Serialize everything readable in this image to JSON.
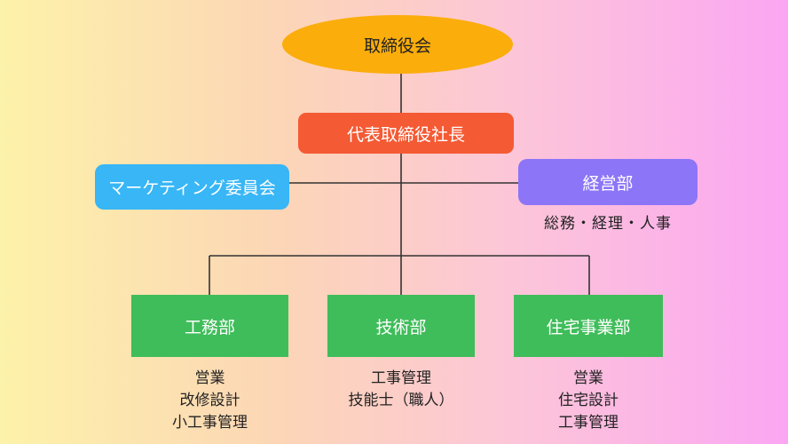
{
  "org": {
    "board": "取締役会",
    "ceo": "代表取締役社長",
    "marketing": "マーケティング委員会",
    "admin": {
      "label": "経営部",
      "duties": "総務・経理・人事"
    },
    "departments": [
      {
        "label": "工務部",
        "duties": [
          "営業",
          "改修設計",
          "小工事管理"
        ]
      },
      {
        "label": "技術部",
        "duties": [
          "工事管理",
          "技能士（職人）"
        ]
      },
      {
        "label": "住宅事業部",
        "duties": [
          "営業",
          "住宅設計",
          "工事管理"
        ]
      }
    ]
  },
  "colors": {
    "board": "#fbad0b",
    "ceo": "#f45a34",
    "marketing": "#38b6f6",
    "admin": "#8c76f7",
    "departments": "#3fbd5a"
  }
}
